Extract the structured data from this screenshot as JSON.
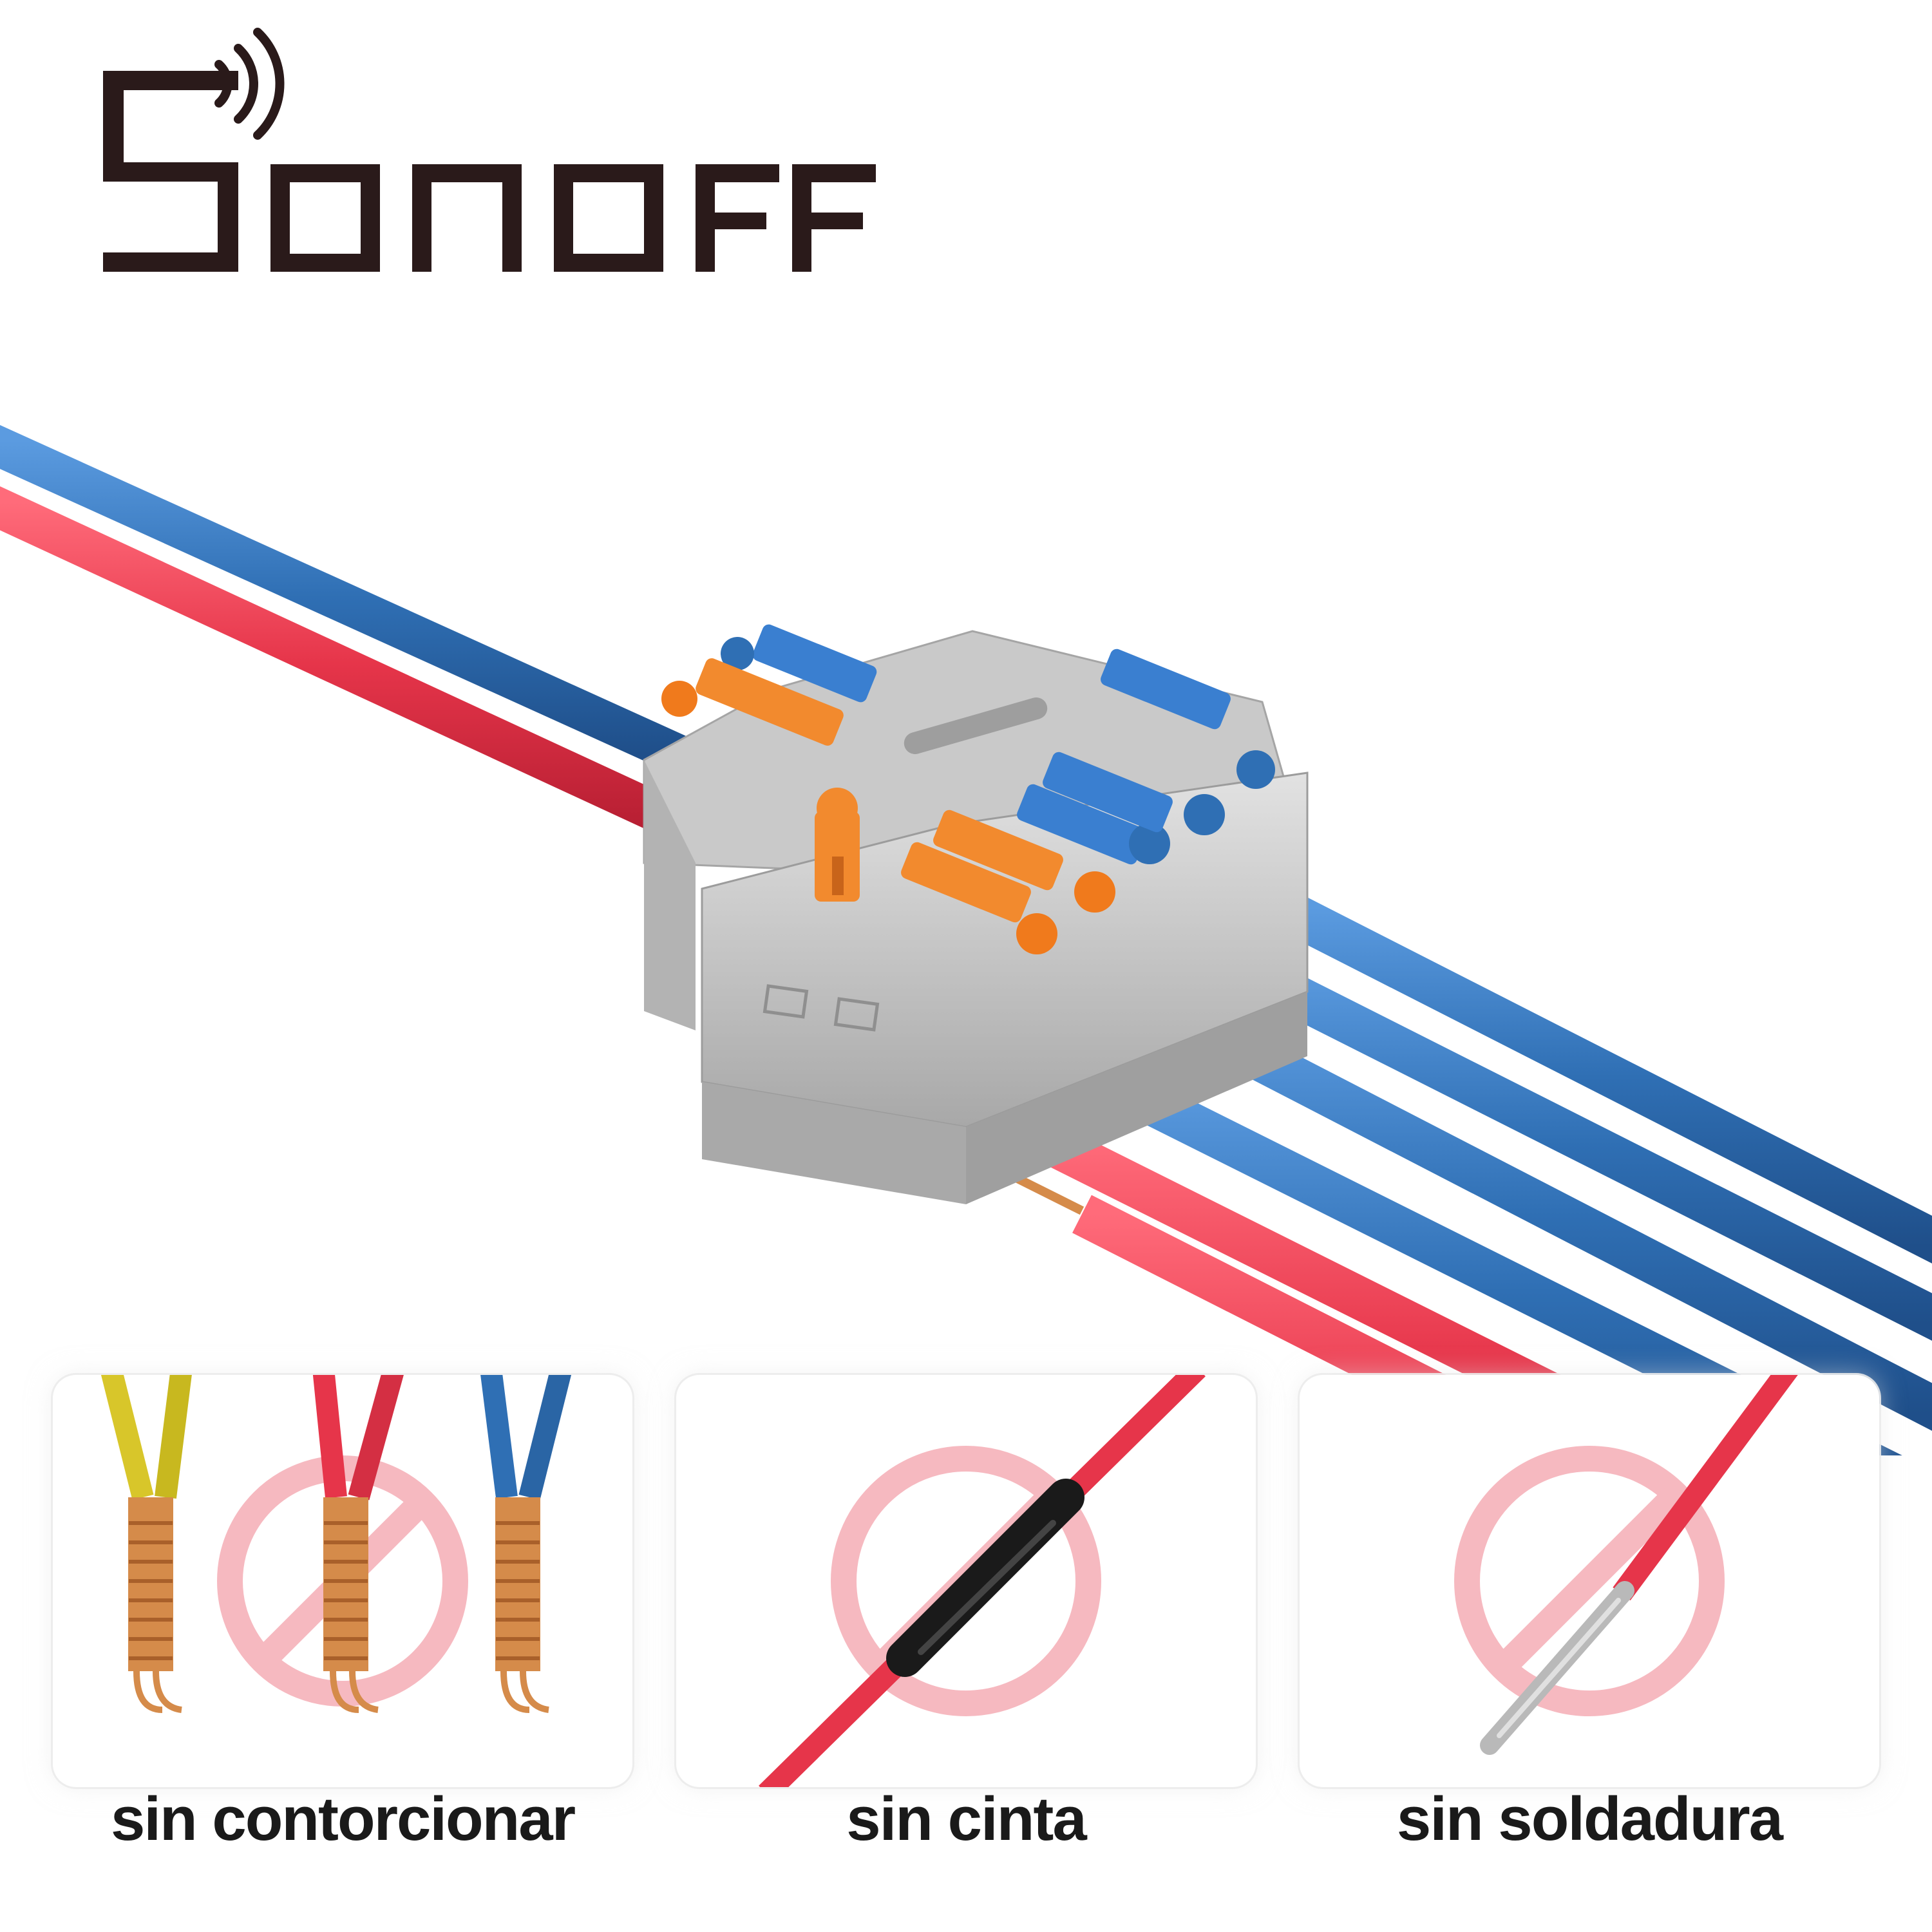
{
  "brand": {
    "name": "SONOFF",
    "logo_icon": "wifi-signal-icon",
    "color": "#2a1a1a"
  },
  "colors": {
    "wire_blue": "#2f6fb4",
    "wire_red": "#e6354a",
    "connector_gray": "#bdbdbd",
    "lever_blue": "#3a7fd0",
    "lever_orange": "#f28a2e",
    "prohibition": "#f6b9c0"
  },
  "panels": [
    {
      "caption": "sin contorcionar",
      "icon": "prohibition-icon"
    },
    {
      "caption": "sin cinta",
      "icon": "prohibition-icon"
    },
    {
      "caption": "sin soldadura",
      "icon": "prohibition-icon"
    }
  ]
}
